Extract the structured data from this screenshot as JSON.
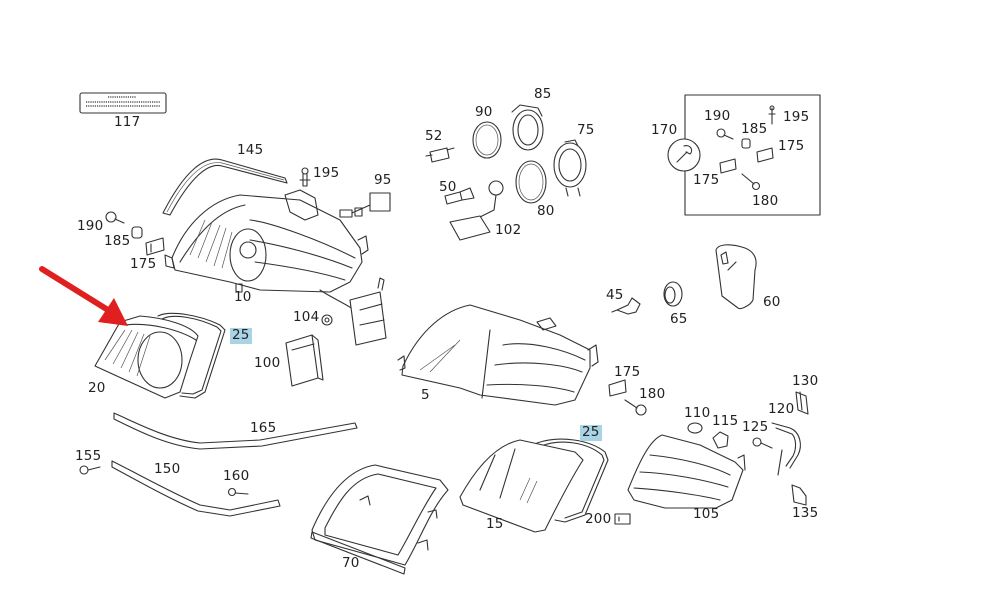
{
  "diagram": {
    "title": "Headlamp assembly exploded parts diagram",
    "highlight_color": "#a9d4e6",
    "arrow_color": "#e02020",
    "highlighted_part": "25",
    "sticker_label": "117",
    "kit_box_labels": [
      "170",
      "190",
      "185",
      "195",
      "175",
      "175",
      "180"
    ],
    "labels": {
      "p117": "117",
      "p145": "145",
      "p195a": "195",
      "p95": "95",
      "p190a": "190",
      "p185a": "185",
      "p175a": "175",
      "p10": "10",
      "p104": "104",
      "p25a": "25",
      "p100": "100",
      "p20": "20",
      "p52": "52",
      "p90": "90",
      "p85": "85",
      "p75": "75",
      "p50": "50",
      "p80": "80",
      "p102": "102",
      "p170": "170",
      "p190b": "190",
      "p185b": "185",
      "p195b": "195",
      "p175b": "175",
      "p175c": "175",
      "p180a": "180",
      "p45": "45",
      "p65": "65",
      "p60": "60",
      "p5": "5",
      "p175d": "175",
      "p180b": "180",
      "p25b": "25",
      "p130": "130",
      "p110": "110",
      "p115": "115",
      "p120": "120",
      "p125": "125",
      "p165": "165",
      "p155": "155",
      "p150": "150",
      "p160": "160",
      "p70": "70",
      "p15": "15",
      "p200": "200",
      "p105": "105",
      "p135": "135"
    }
  }
}
